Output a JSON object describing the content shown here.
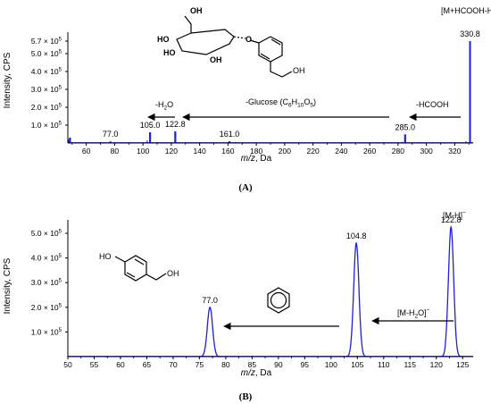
{
  "chart_data": [
    {
      "type": "line",
      "panel_label": "(A)",
      "xlabel_italic": "m/z",
      "xlabel_rest": ", Da",
      "ylabel": "Intensity, CPS",
      "xlim": [
        47,
        333
      ],
      "ylim": [
        0,
        600000
      ],
      "x_ticks": [
        "60",
        "80",
        "100",
        "120",
        "140",
        "160",
        "180",
        "200",
        "220",
        "240",
        "260",
        "280",
        "300",
        "320"
      ],
      "y_ticks": [
        {
          "value": 100000,
          "mant": "1.0",
          "exp": "5"
        },
        {
          "value": 200000,
          "mant": "2.0",
          "exp": "5"
        },
        {
          "value": 300000,
          "mant": "3.0",
          "exp": "5"
        },
        {
          "value": 400000,
          "mant": "4.0",
          "exp": "5"
        },
        {
          "value": 500000,
          "mant": "5.0",
          "exp": "5"
        },
        {
          "value": 570000,
          "mant": "5.7",
          "exp": "5"
        }
      ],
      "peaks": [
        {
          "x": 48.5,
          "y": 30000,
          "label": ""
        },
        {
          "x": 77.0,
          "y": 9000,
          "label": "77.0"
        },
        {
          "x": 105.0,
          "y": 60000,
          "label": "105.0"
        },
        {
          "x": 122.8,
          "y": 65000,
          "label": "122.8"
        },
        {
          "x": 161.0,
          "y": 10000,
          "label": "161.0"
        },
        {
          "x": 285.0,
          "y": 48000,
          "label": "285.0"
        },
        {
          "x": 330.8,
          "y": 570000,
          "label": "330.8"
        }
      ],
      "minor_peaks": [
        {
          "x": 56,
          "y": 4000
        },
        {
          "x": 63,
          "y": 3000
        },
        {
          "x": 70,
          "y": 5000
        },
        {
          "x": 84,
          "y": 3000
        },
        {
          "x": 91,
          "y": 6000
        },
        {
          "x": 97,
          "y": 4000
        },
        {
          "x": 103,
          "y": 15000
        },
        {
          "x": 113,
          "y": 4000
        },
        {
          "x": 131,
          "y": 3000
        },
        {
          "x": 145,
          "y": 3000
        },
        {
          "x": 175,
          "y": 2000
        },
        {
          "x": 283,
          "y": 6000
        },
        {
          "x": 328,
          "y": 10000
        }
      ],
      "annotations": {
        "precursor": "[M+HCOOH-H]",
        "precursor_sup": "−",
        "loss_hcooh": "-HCOOH",
        "loss_glucose_pre": "-Glucose (C",
        "loss_glucose_s1": "6",
        "loss_glucose_mid": "H",
        "loss_glucose_s2": "10",
        "loss_glucose_mid2": "O",
        "loss_glucose_s3": "5",
        "loss_glucose_post": ")",
        "loss_h2o_pre": "-H",
        "loss_h2o_sub": "2",
        "loss_h2o_post": "O",
        "struct_ho1": "HO",
        "struct_ho2": "HO",
        "struct_oh_top": "OH",
        "struct_oh_ring": "OH",
        "struct_o": "O",
        "struct_oh_tail": "OH"
      }
    },
    {
      "type": "line",
      "panel_label": "(B)",
      "xlabel_italic": "m/z",
      "xlabel_rest": ", Da",
      "ylabel": "Intensity, CPS",
      "xlim": [
        50,
        127
      ],
      "ylim": [
        0,
        540000
      ],
      "x_ticks": [
        "50",
        "55",
        "60",
        "65",
        "70",
        "75",
        "80",
        "85",
        "90",
        "95",
        "100",
        "105",
        "110",
        "115",
        "120",
        "125"
      ],
      "y_ticks": [
        {
          "value": 100000,
          "mant": "1.0",
          "exp": "5"
        },
        {
          "value": 200000,
          "mant": "2.0",
          "exp": "5"
        },
        {
          "value": 300000,
          "mant": "3.0",
          "exp": "5"
        },
        {
          "value": 400000,
          "mant": "4.0",
          "exp": "5"
        },
        {
          "value": 500000,
          "mant": "5.0",
          "exp": "5"
        }
      ],
      "peaks": [
        {
          "x": 77.0,
          "y": 200000,
          "label": "77.0"
        },
        {
          "x": 104.8,
          "y": 460000,
          "label": "104.8"
        },
        {
          "x": 122.8,
          "y": 525000,
          "label": "122.8"
        }
      ],
      "annotations": {
        "precursor": "[M-H]",
        "precursor_sup": "−",
        "loss_water_pre": "[M-H",
        "loss_water_sub": "2",
        "loss_water_post": "O]",
        "loss_water_sup": "−",
        "struct_ho": "HO",
        "struct_oh": "OH"
      }
    }
  ]
}
